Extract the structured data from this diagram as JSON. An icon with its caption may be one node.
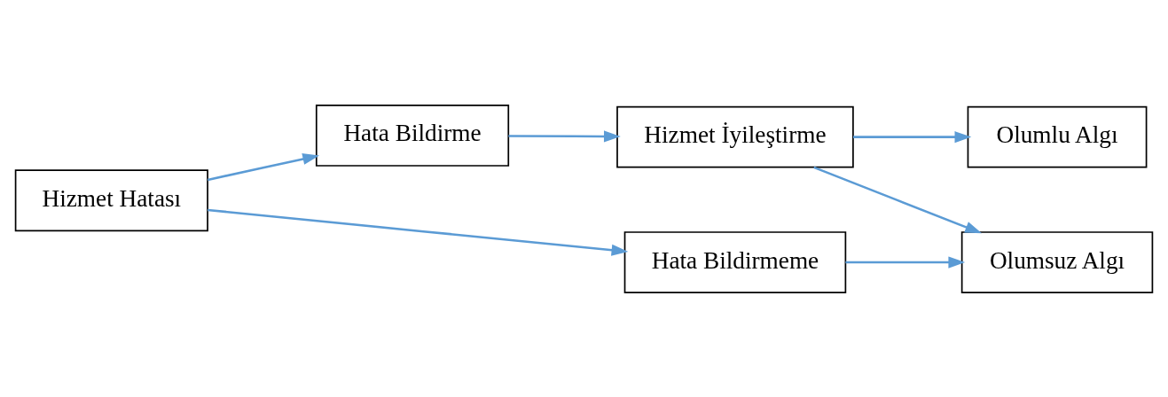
{
  "diagram": {
    "nodes": [
      {
        "text": [
          "Hizmet Hatası"
        ]
      },
      {
        "text": [
          "Hata Bildirme"
        ]
      },
      {
        "text": [
          "Hizmet İyileştirme"
        ]
      },
      {
        "text": [
          "Olumlu Algı"
        ]
      },
      {
        "text": [
          "Olumsuz Algı"
        ]
      },
      {
        "text": [
          "Hata Bildirmeme"
        ]
      }
    ],
    "edges": [
      {
        "from": 0,
        "to": 1,
        "arrow": "to"
      },
      {
        "from": 0,
        "to": 5,
        "arrow": "to"
      },
      {
        "from": 1,
        "to": 2,
        "arrow": "to"
      },
      {
        "from": 2,
        "to": 3,
        "arrow": "to"
      },
      {
        "from": 2,
        "to": 4,
        "arrow": "to"
      },
      {
        "from": 5,
        "to": 4,
        "arrow": "to"
      }
    ]
  }
}
